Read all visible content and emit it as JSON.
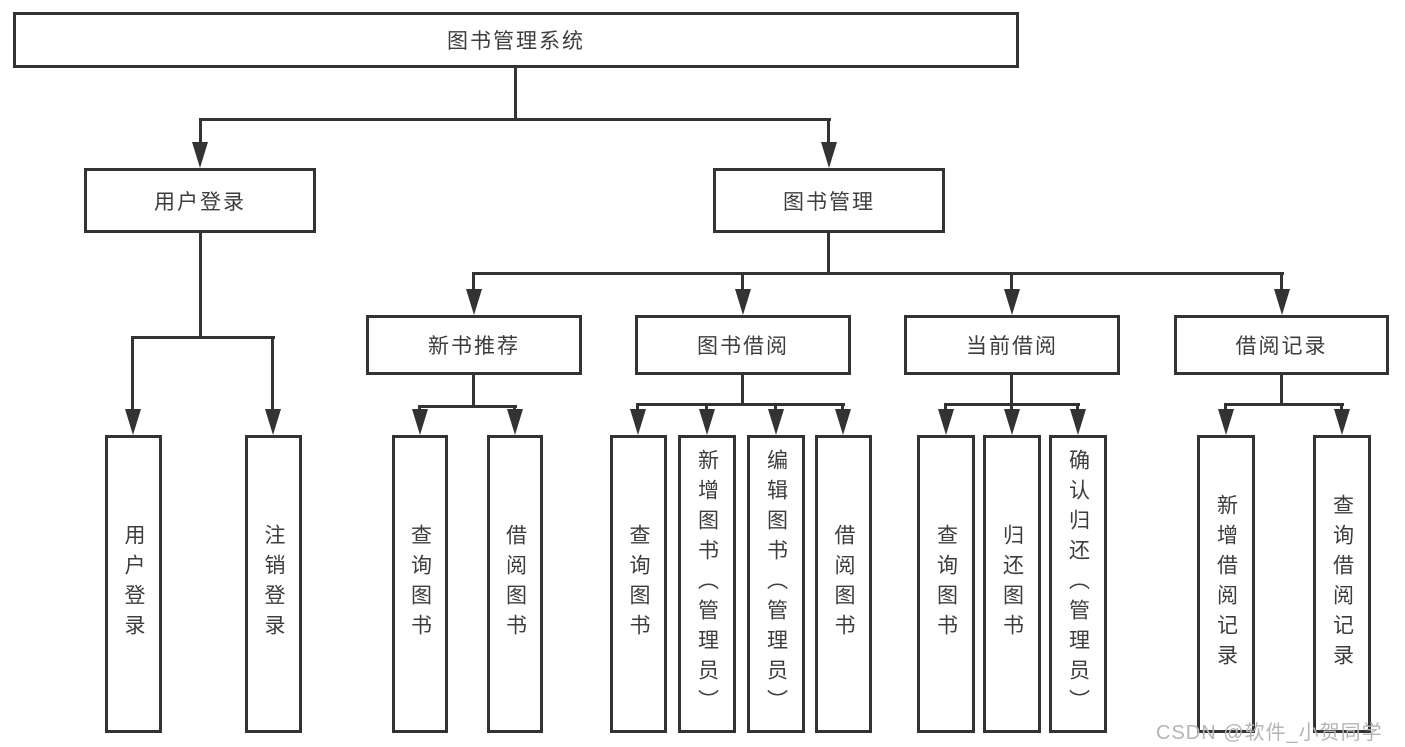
{
  "colors": {
    "line": "#333333",
    "text": "#3d3d3d",
    "node_bg": "#ffffff",
    "page_bg": "#ffffff",
    "watermark": "#b5b5b5"
  },
  "tree": {
    "label": "图书管理系统",
    "children": [
      {
        "label": "用户登录",
        "children": [
          {
            "label": "用户登录"
          },
          {
            "label": "注销登录"
          }
        ]
      },
      {
        "label": "图书管理",
        "children": [
          {
            "label": "新书推荐",
            "children": [
              {
                "label": "查询图书"
              },
              {
                "label": "借阅图书"
              }
            ]
          },
          {
            "label": "图书借阅",
            "children": [
              {
                "label": "查询图书"
              },
              {
                "label": "新增图书（管理员）"
              },
              {
                "label": "编辑图书（管理员）"
              },
              {
                "label": "借阅图书"
              }
            ]
          },
          {
            "label": "当前借阅",
            "children": [
              {
                "label": "查询图书"
              },
              {
                "label": "归还图书"
              },
              {
                "label": "确认归还（管理员）"
              }
            ]
          },
          {
            "label": "借阅记录",
            "children": [
              {
                "label": "新增借阅记录"
              },
              {
                "label": "查询借阅记录"
              }
            ]
          }
        ]
      }
    ]
  },
  "watermark": {
    "text": "CSDN @软件_小贺同学"
  }
}
